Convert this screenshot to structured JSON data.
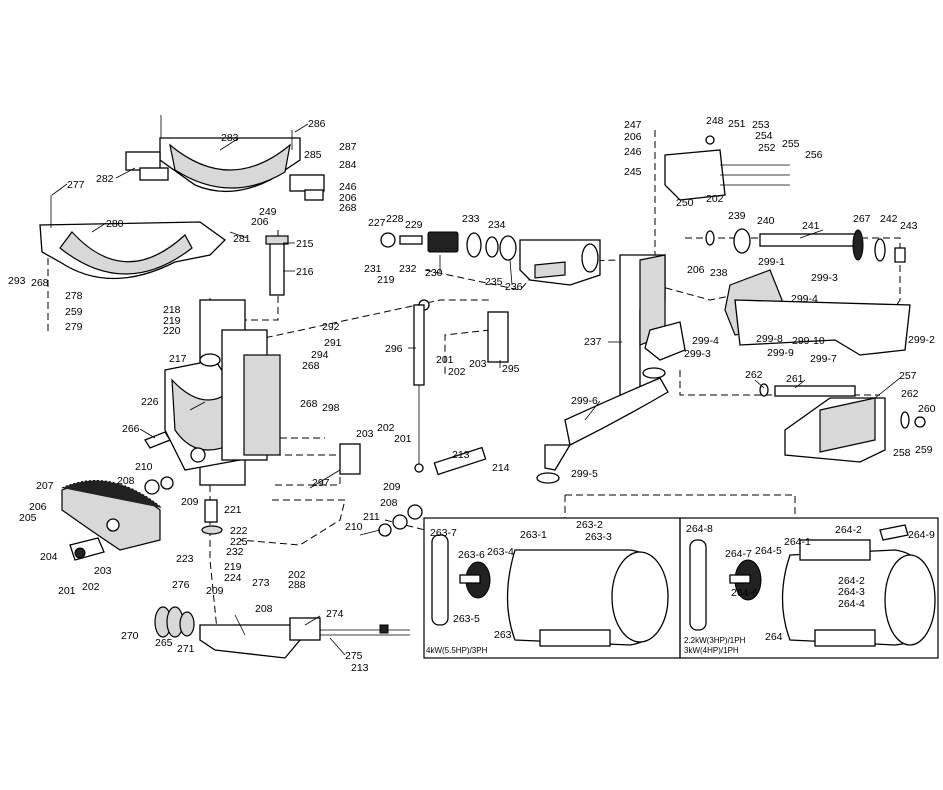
{
  "labels": {
    "l286": "286",
    "l283": "283",
    "l282": "282",
    "l285": "285",
    "l287": "287",
    "l284": "284",
    "l246a": "246",
    "l206a": "206",
    "l268a": "268",
    "l277": "277",
    "l280": "280",
    "l249": "249",
    "l206b": "206",
    "l281": "281",
    "l293": "293",
    "l268b": "268",
    "l278": "278",
    "l259a": "259",
    "l279": "279",
    "l215": "215",
    "l216": "216",
    "l218": "218",
    "l219a": "219",
    "l220": "220",
    "l217": "217",
    "l292": "292",
    "l291": "291",
    "l294": "294",
    "l268c": "268",
    "l226": "226",
    "l268d": "268",
    "l298": "298",
    "l266": "266",
    "l203a": "203",
    "l202a": "202",
    "l201a": "201",
    "l297": "297",
    "l210a": "210",
    "l208a": "208",
    "l209a": "209",
    "l207": "207",
    "l206c": "206",
    "l205": "205",
    "l221": "221",
    "l222": "222",
    "l225": "225",
    "l232a": "232",
    "l223": "223",
    "l219b": "219",
    "l224": "224",
    "l204": "204",
    "l203b": "203",
    "l202b": "202",
    "l201b": "201",
    "l276": "276",
    "l209b": "209",
    "l208b": "208",
    "l273": "273",
    "l202c": "202",
    "l288": "288",
    "l274": "274",
    "l270": "270",
    "l265": "265",
    "l271": "271",
    "l275": "275",
    "l213a": "213",
    "l227": "227",
    "l228": "228",
    "l229": "229",
    "l233": "233",
    "l234": "234",
    "l231": "231",
    "l232b": "232",
    "l219c": "219",
    "l230": "230",
    "l235": "235",
    "l236": "236",
    "l296": "296",
    "l201c": "201",
    "l202d": "202",
    "l203c": "203",
    "l295": "295",
    "l213b": "213",
    "l214": "214",
    "l209c": "209",
    "l208c": "208",
    "l211": "211",
    "l210b": "210",
    "l247": "247",
    "l206d": "206",
    "l246b": "246",
    "l245": "245",
    "l248": "248",
    "l251": "251",
    "l253": "253",
    "l254": "254",
    "l255": "255",
    "l252": "252",
    "l256": "256",
    "l250": "250",
    "l202e": "202",
    "l239": "239",
    "l240": "240",
    "l241": "241",
    "l267": "267",
    "l242": "242",
    "l243": "243",
    "l206e": "206",
    "l238": "238",
    "l299_1": "299-1",
    "l299_3a": "299-3",
    "l299_4a": "299-4",
    "l237": "237",
    "l299_4b": "299-4",
    "l299_3b": "299-3",
    "l299_8": "299-8",
    "l299_10": "299-10",
    "l299_9": "299-9",
    "l299_7": "299-7",
    "l299_2": "299-2",
    "l299_6": "299-6",
    "l299_5": "299-5",
    "l262a": "262",
    "l261": "261",
    "l257": "257",
    "l262b": "262",
    "l260": "260",
    "l258": "258",
    "l259b": "259",
    "l263_7": "263-7",
    "l263_6": "263-6",
    "l263_4": "263-4",
    "l263_1": "263-1",
    "l263_2": "263-2",
    "l263_3": "263-3",
    "l263_5": "263-5",
    "l263": "263",
    "l264_8": "264-8",
    "l264_7": "264-7",
    "l264_5": "264-5",
    "l264_1": "264-1",
    "l264_2a": "264-2",
    "l264_9": "264-9",
    "l264_6": "264-6",
    "l264_2b": "264-2",
    "l264_3": "264-3",
    "l264_4": "264-4",
    "l264": "264"
  },
  "captions": {
    "motor_3ph": "4kW(5.5HP)/3PH",
    "motor_1ph_a": "2.2kW(3HP)/1PH",
    "motor_1ph_b": "3kW(4HP)/1PH"
  }
}
